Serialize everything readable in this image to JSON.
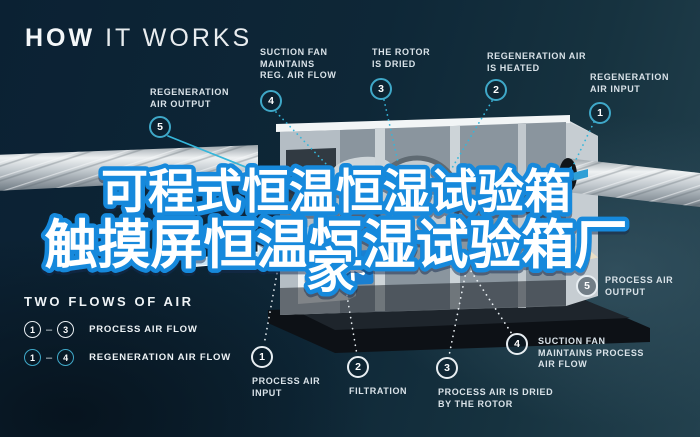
{
  "title": {
    "bold": "HOW",
    "light": "IT WORKS"
  },
  "headline": {
    "line1": "可程式恒温恒湿试验箱",
    "line2": "触摸屏恒温恒湿试验箱厂",
    "line3": "家"
  },
  "top_labels": [
    {
      "num": "1",
      "text": "REGENERATION\nAIR INPUT"
    },
    {
      "num": "2",
      "text": "REGENERATION AIR\nIS HEATED"
    },
    {
      "num": "3",
      "text": "THE ROTOR\nIS DRIED"
    },
    {
      "num": "4",
      "text": "SUCTION FAN\nMAINTAINS\nREG. AIR FLOW"
    },
    {
      "num": "5",
      "text": "REGENERATION\nAIR OUTPUT"
    }
  ],
  "bottom_labels": [
    {
      "num": "1",
      "text": "PROCESS AIR\nINPUT"
    },
    {
      "num": "2",
      "text": "FILTRATION"
    },
    {
      "num": "3",
      "text": "PROCESS AIR IS DRIED\nBY THE ROTOR"
    },
    {
      "num": "4",
      "text": "SUCTION FAN\nMAINTAINS PROCESS\nAIR FLOW"
    },
    {
      "num": "5",
      "text": "PROCESS AIR\nOUTPUT"
    }
  ],
  "legend": {
    "title": "TWO FLOWS OF AIR",
    "dash": "–",
    "rows": [
      {
        "start": "1",
        "end": "3",
        "label": "PROCESS AIR FLOW",
        "flow": "process"
      },
      {
        "start": "1",
        "end": "4",
        "label": "REGENERATION AIR FLOW",
        "flow": "regeneration"
      }
    ]
  },
  "colors": {
    "background": "#0e2737",
    "accent_teal": "#3fa8c8",
    "headline_blue": "#1489dc",
    "label_text": "#d9e2e8"
  }
}
